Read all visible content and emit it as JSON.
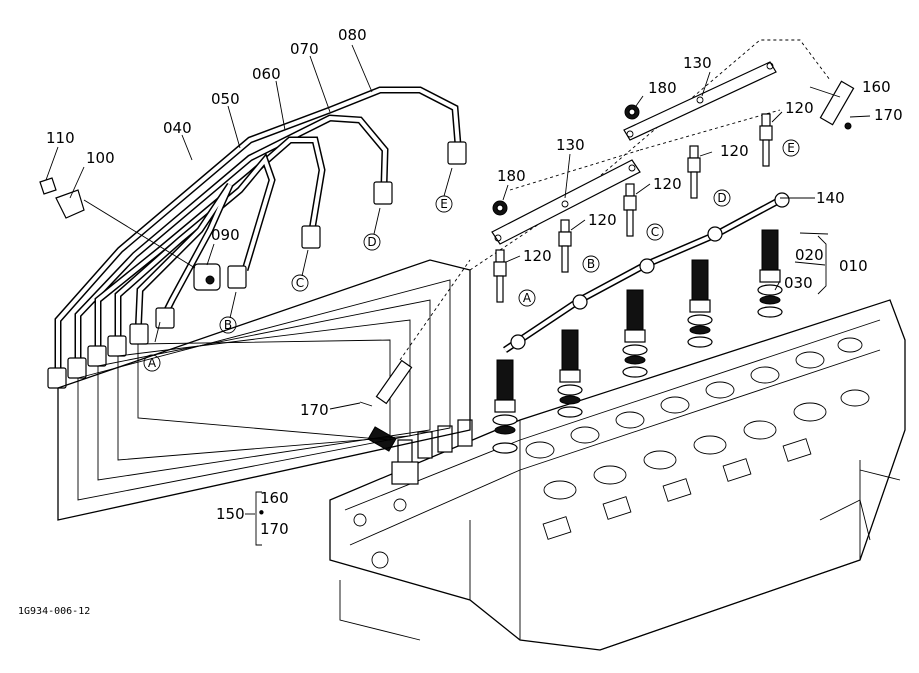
{
  "diagram": {
    "figure_code": "1G934-006-12",
    "part_numbers": {
      "p010": "010",
      "p020": "020",
      "p030": "030",
      "p040": "040",
      "p050": "050",
      "p060": "060",
      "p070": "070",
      "p080": "080",
      "p090": "090",
      "p100": "100",
      "p110": "110",
      "p120": "120",
      "p130": "130",
      "p140": "140",
      "p150": "150",
      "p160": "160",
      "p170": "170",
      "p180": "180"
    },
    "connection_letters": {
      "a": "A",
      "b": "B",
      "c": "C",
      "d": "D",
      "e": "E"
    },
    "group_dot": "•"
  }
}
